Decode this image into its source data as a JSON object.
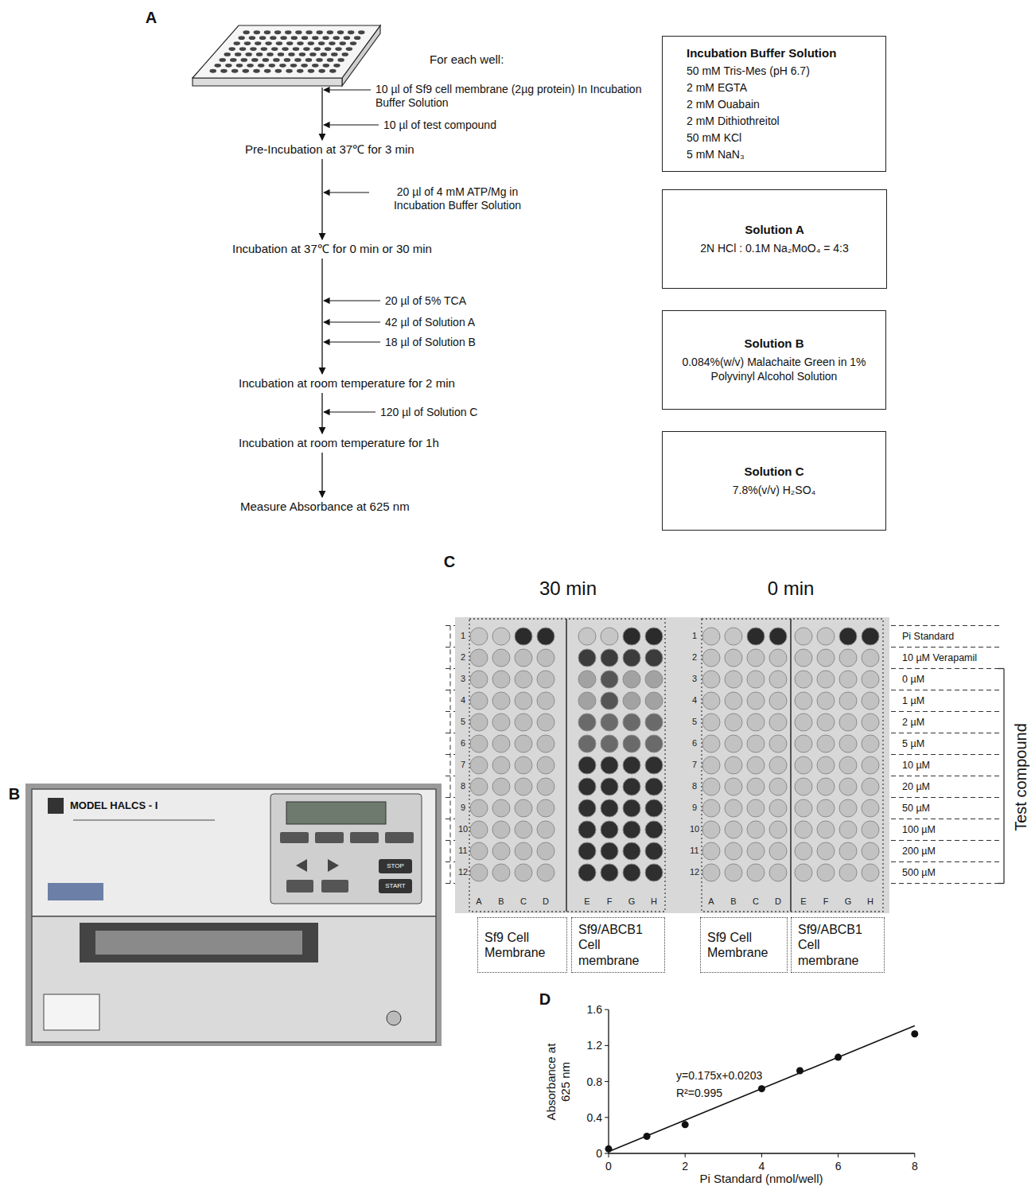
{
  "diagram": {
    "nodes": [
      {
        "text": [
          "Incubation Buffer Solution",
          "50 mM Tris-Mes (pH 6.7)",
          "2 mM EGTA",
          "2 mM Ouabain",
          "2 mM Dithiothreitol",
          "50 mM KCl",
          "5 mM NaN₃"
        ]
      },
      {
        "text": [
          "Solution A",
          "2N HCl : 0.1M Na₂MoO₄ = 4:3"
        ]
      },
      {
        "text": [
          "Solution B",
          "0.084%(w/v) Malachaite Green in 1% Polyvinyl Alcohol Solution"
        ]
      },
      {
        "text": [
          "Solution C",
          "7.8%(v/v) H₂SO₄"
        ]
      },
      {
        "text": [
          "Sf9 Cell Membrane"
        ]
      },
      {
        "text": [
          "Sf9/ABCB1 Cell membrane"
        ]
      },
      {
        "text": [
          "Sf9 Cell Membrane"
        ]
      },
      {
        "text": [
          "Sf9/ABCB1 Cell membrane"
        ]
      }
    ],
    "labels": [
      "A",
      "For each well:",
      "10 µl of Sf9 cell membrane (2µg protein) In Incubation Buffer Solution",
      "10 µl of test compound",
      "Pre-Incubation at 37℃ for 3 min",
      "20 µl of 4 mM ATP/Mg in Incubation Buffer Solution",
      "Incubation at 37℃ for 0 min or 30 min",
      "20 µl of 5% TCA",
      "42 µl of Solution A",
      "18 µl of Solution B",
      "Incubation at room temperature for 2 min",
      "120 µl of Solution C",
      "Incubation at room temperature for 1h",
      "Measure Absorbance at 625 nm",
      "B",
      "MODEL HALCS - I",
      "STOP",
      "START",
      "C",
      "30 min",
      "0 min",
      "1",
      "2",
      "3",
      "4",
      "5",
      "6",
      "7",
      "8",
      "9",
      "10",
      "11",
      "12",
      "1",
      "2",
      "3",
      "4",
      "5",
      "6",
      "7",
      "8",
      "9",
      "10",
      "11",
      "12",
      "A",
      "B",
      "C",
      "D",
      "E",
      "F",
      "G",
      "H",
      "A",
      "B",
      "C",
      "D",
      "E",
      "F",
      "G",
      "H",
      "Pi Standard",
      "10 µM Verapamil",
      "0 µM",
      "1 µM",
      "2 µM",
      "5 µM",
      "10 µM",
      "20 µM",
      "50 µM",
      "100 µM",
      "200 µM",
      "500 µM",
      "Test compound",
      "D",
      "0",
      "0.4",
      "0.8",
      "1.2",
      "1.6",
      "0",
      "2",
      "4",
      "6",
      "8",
      "Absorbance at 625 nm",
      "Pi Standard (nmol/well)",
      "y=0.175x+0.0203",
      "R²=0.995"
    ]
  }
}
